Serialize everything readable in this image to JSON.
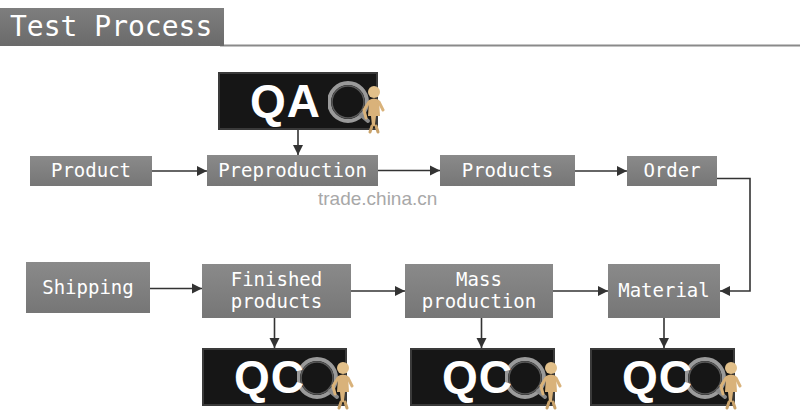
{
  "diagram": {
    "title": "Test Process",
    "nodes": [
      {
        "text": [
          "QA"
        ]
      },
      {
        "text": [
          "Product"
        ]
      },
      {
        "text": [
          "Preproduction"
        ]
      },
      {
        "text": [
          "Products"
        ]
      },
      {
        "text": [
          "Order"
        ]
      },
      {
        "text": [
          "Shipping"
        ]
      },
      {
        "text": [
          "Finished products"
        ]
      },
      {
        "text": [
          "Mass production"
        ]
      },
      {
        "text": [
          "Material"
        ]
      },
      {
        "text": [
          "QC"
        ]
      },
      {
        "text": [
          "QC"
        ]
      },
      {
        "text": [
          "QC"
        ]
      }
    ],
    "edges": [
      {
        "from": 0,
        "to": 2,
        "arrow": "to"
      },
      {
        "from": 1,
        "to": 2,
        "arrow": "to"
      },
      {
        "from": 2,
        "to": 3,
        "arrow": "to"
      },
      {
        "from": 3,
        "to": 4,
        "arrow": "to"
      },
      {
        "from": 4,
        "to": 8,
        "arrow": "to"
      },
      {
        "from": 5,
        "to": 6,
        "arrow": "to"
      },
      {
        "from": 6,
        "to": 7,
        "arrow": "to"
      },
      {
        "from": 7,
        "to": 8,
        "arrow": "to"
      },
      {
        "from": 6,
        "to": 9,
        "arrow": "to"
      },
      {
        "from": 7,
        "to": 10,
        "arrow": "to"
      },
      {
        "from": 8,
        "to": 11,
        "arrow": "to"
      }
    ],
    "labels": [
      "trade.china.cn"
    ]
  }
}
